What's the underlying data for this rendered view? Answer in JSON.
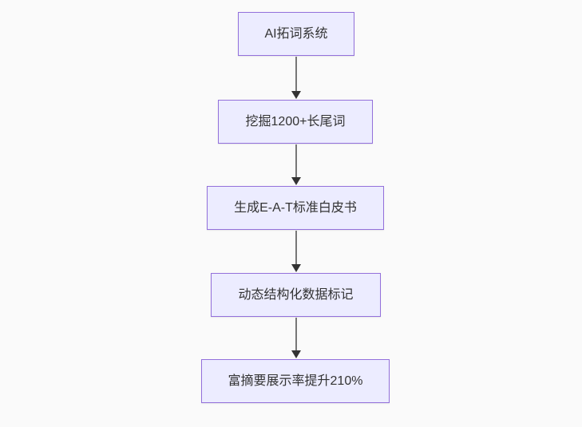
{
  "flowchart": {
    "direction": "top-down",
    "nodes": [
      {
        "label": "AI拓词系统"
      },
      {
        "label": "挖掘1200+长尾词"
      },
      {
        "label": "生成E-A-T标准白皮书"
      },
      {
        "label": "动态结构化数据标记"
      },
      {
        "label": "富摘要展示率提升210%"
      }
    ],
    "edges": [
      {
        "from": 0,
        "to": 1
      },
      {
        "from": 1,
        "to": 2
      },
      {
        "from": 2,
        "to": 3
      },
      {
        "from": 3,
        "to": 4
      }
    ],
    "colors": {
      "background": "#FAFAFA",
      "node_fill": "#ECECFF",
      "node_border": "#9370DB",
      "node_text": "#333333",
      "edge_line": "#777777",
      "arrowhead": "#333333"
    }
  }
}
